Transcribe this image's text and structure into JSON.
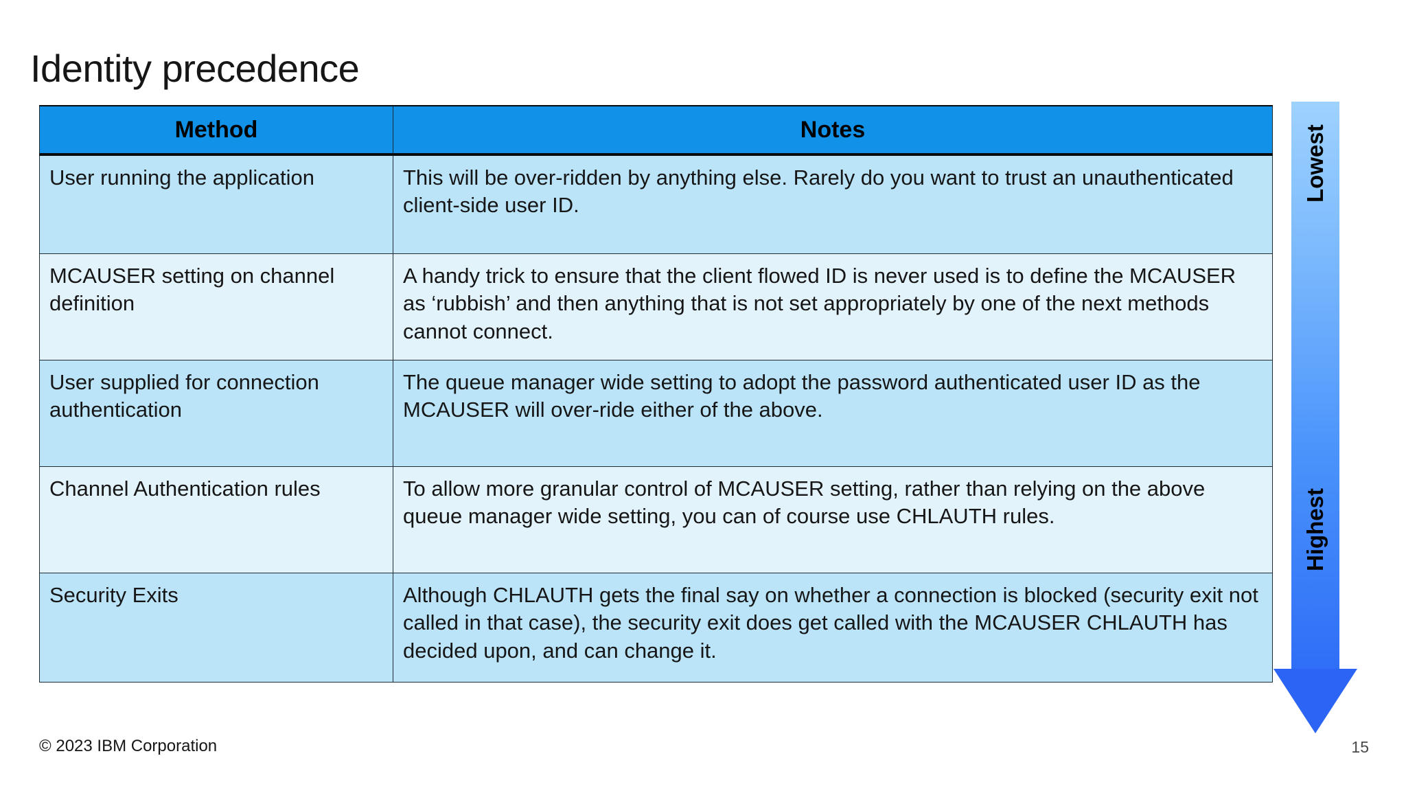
{
  "slide": {
    "title": "Identity precedence",
    "page_number": "15",
    "copyright": "© 2023 IBM Corporation"
  },
  "table": {
    "columns": [
      "Method",
      "Notes"
    ],
    "header_bg": "#1192e8",
    "row_bg_dark": "#bbe4f9",
    "row_bg_light": "#e3f3fc",
    "rows": [
      {
        "method": "User running the application",
        "notes": "This will be over-ridden by anything else. Rarely do you want to trust an unauthenticated client-side user ID."
      },
      {
        "method": "MCAUSER setting on channel definition",
        "notes": "A handy trick to ensure that the client flowed ID is never used is to define the MCAUSER as ‘rubbish’ and then anything that is not set appropriately by one of the next methods cannot connect."
      },
      {
        "method": "User supplied for connection authentication",
        "notes": "The queue manager wide setting to adopt the password authenticated user ID as the MCAUSER will over-ride either of the above."
      },
      {
        "method": "Channel Authentication rules",
        "notes": "To allow more granular control of MCAUSER setting, rather than relying on the above queue manager wide setting, you can of course use CHLAUTH rules."
      },
      {
        "method": "Security Exits",
        "notes": "Although CHLAUTH gets the final say on whether a connection is blocked (security exit not called in that case), the security exit does get called with the MCAUSER CHLAUTH has decided upon, and can change it."
      }
    ]
  },
  "arrow": {
    "top_label": "Lowest",
    "bottom_label": "Highest",
    "gradient_start": "#9ed2fe",
    "gradient_end": "#2f6ef7",
    "direction": "down"
  }
}
